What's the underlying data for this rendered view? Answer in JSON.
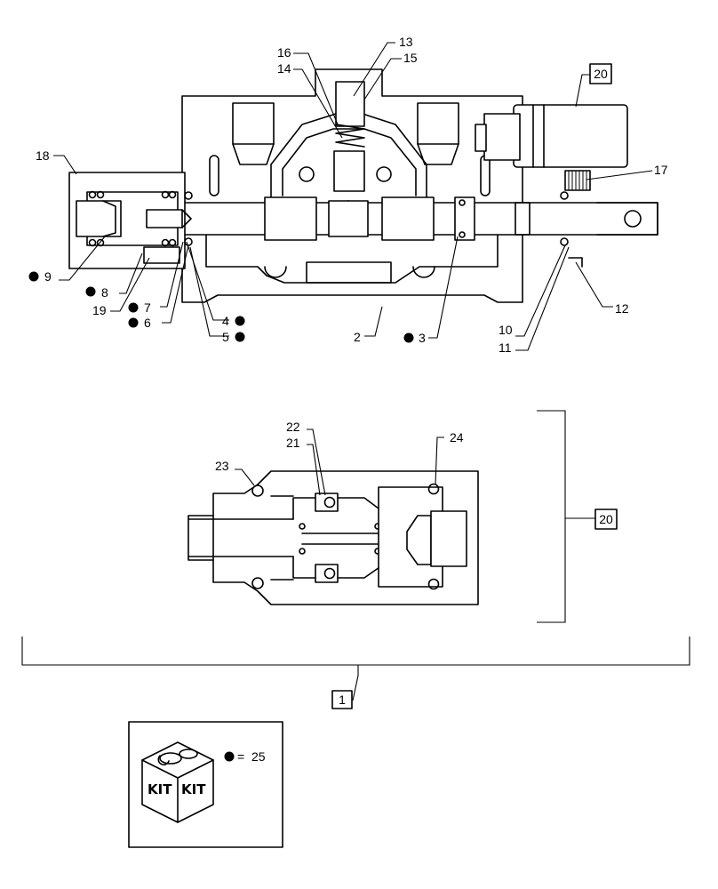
{
  "callouts": {
    "c1": "1",
    "c2": "2",
    "c3": "3",
    "c4": "4",
    "c5": "5",
    "c6": "6",
    "c7": "7",
    "c8": "8",
    "c9": "9",
    "c10": "10",
    "c11": "11",
    "c12": "12",
    "c13": "13",
    "c14": "14",
    "c15": "15",
    "c16": "16",
    "c17": "17",
    "c18": "18",
    "c19": "19",
    "c20": "20",
    "c20b": "20",
    "c21": "21",
    "c22": "22",
    "c23": "23",
    "c24": "24"
  },
  "legend": {
    "kit_label_left": "KIT",
    "kit_label_right": "KIT",
    "equals": "=",
    "kit_number": "25"
  },
  "colors": {
    "line": "#000000",
    "background": "#ffffff"
  }
}
